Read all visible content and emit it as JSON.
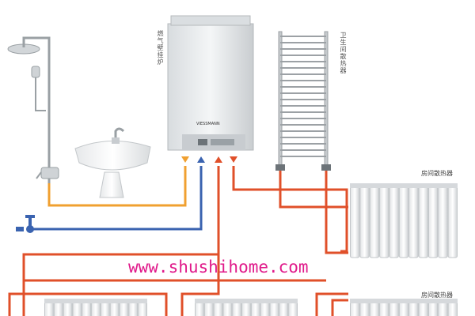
{
  "labels": {
    "boiler": "燃气壁挂炉",
    "bathroom_radiator": "卫生间散热器",
    "room_radiator_1": "房间散热器",
    "room_radiator_2": "房间散热器"
  },
  "watermark": "www.shushihome.com",
  "boiler_brand": "VIESSMANN",
  "colors": {
    "hot_pipe": "#e0502a",
    "cold_pipe": "#3a63b0",
    "domestic_hot": "#f0a030",
    "arrow_yellow": "#f0a030",
    "arrow_blue": "#3a63b0",
    "arrow_red": "#e0502a"
  },
  "icons": [
    "shower-icon",
    "washbasin-icon",
    "boiler-icon",
    "towel-radiator-icon",
    "panel-radiator-icon",
    "valve-icon",
    "flow-arrow-icon"
  ]
}
